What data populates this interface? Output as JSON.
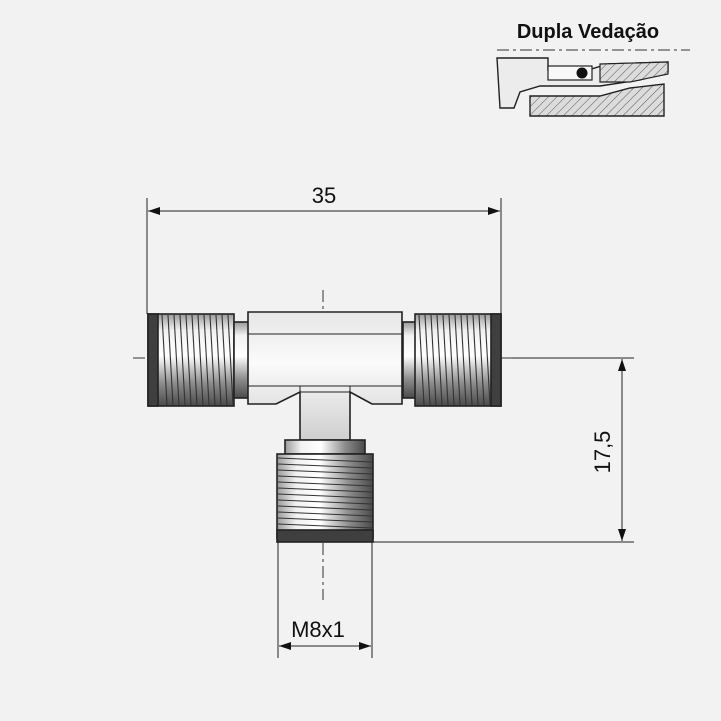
{
  "title": "Dupla Vedação",
  "dimensions": {
    "width": "35",
    "height": "17,5",
    "thread": "M8x1"
  },
  "colors": {
    "background": "#f2f2f2",
    "metal_light": "#f4f4f4",
    "metal_dark": "#555555",
    "line": "#222222"
  }
}
